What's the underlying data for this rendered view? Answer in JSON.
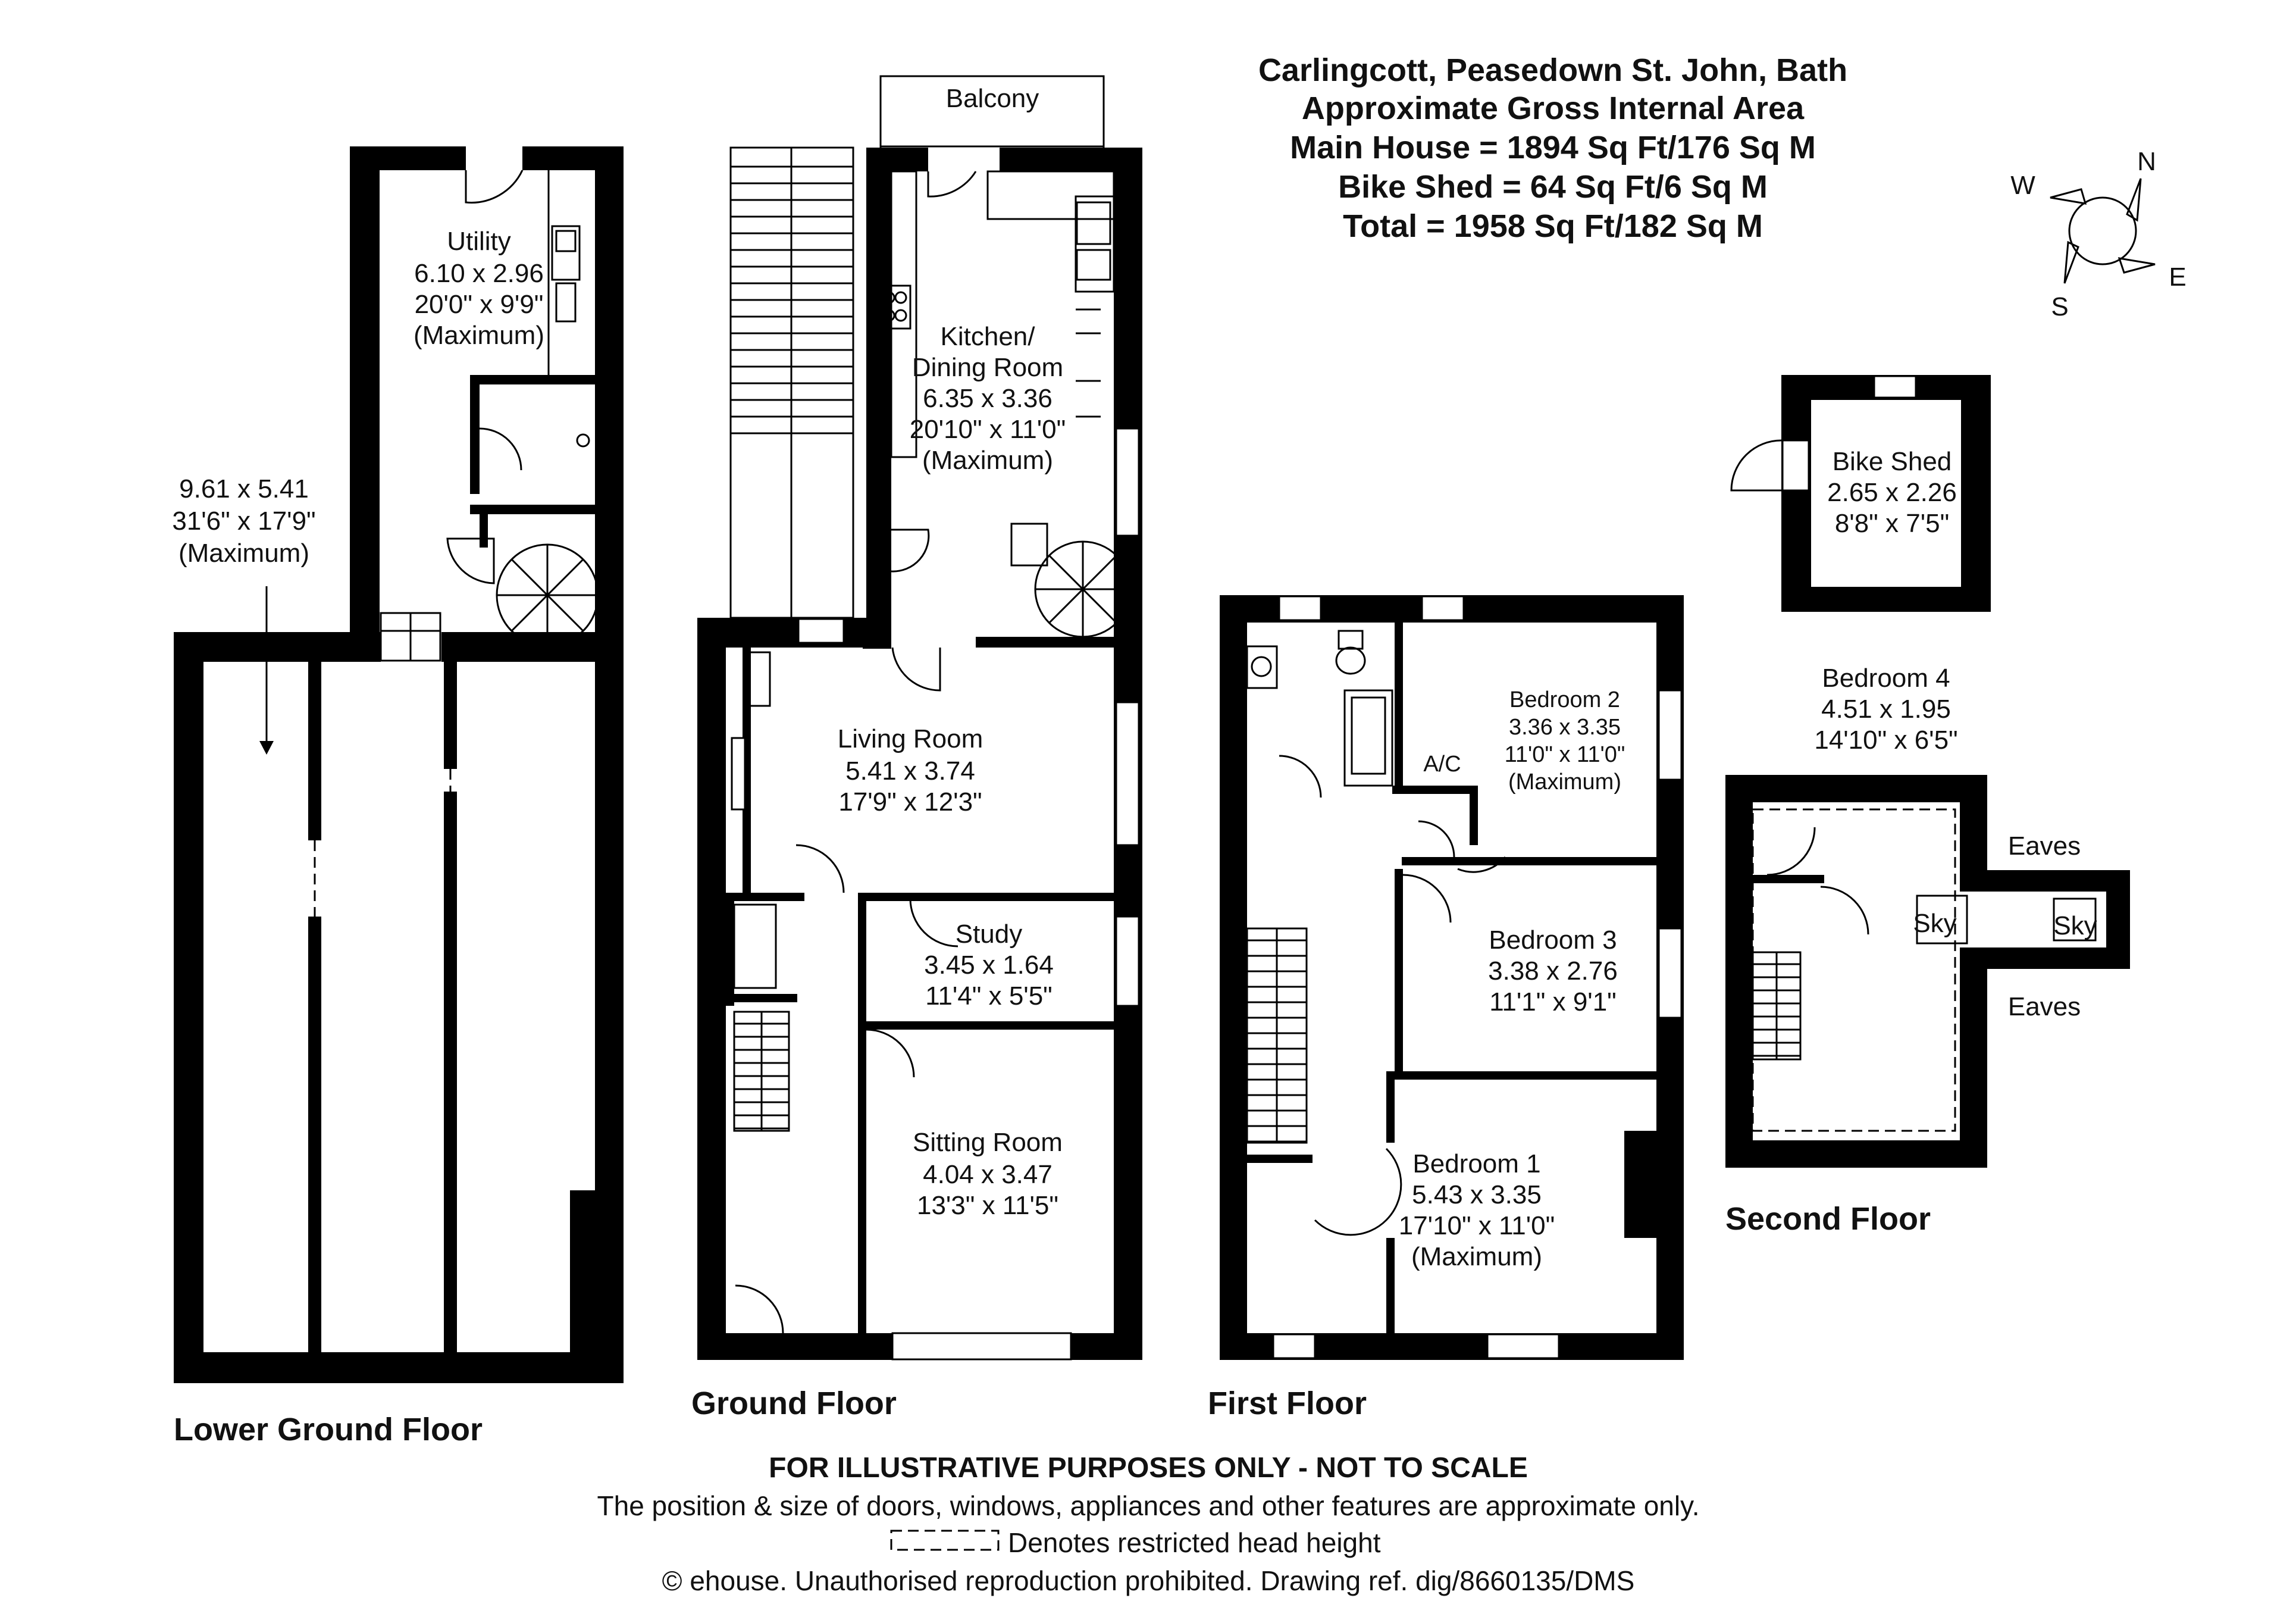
{
  "header": {
    "address": "Carlingcott, Peasedown St. John, Bath",
    "area_title": "Approximate Gross Internal Area",
    "main_house": "Main House = 1894 Sq Ft/176 Sq M",
    "bike_shed": "Bike Shed = 64 Sq Ft/6 Sq M",
    "total": "Total = 1958 Sq Ft/182 Sq M"
  },
  "compass": {
    "n": "N",
    "e": "E",
    "s": "S",
    "w": "W"
  },
  "floors": {
    "lower_ground": "Lower Ground Floor",
    "ground": "Ground Floor",
    "first": "First Floor",
    "second": "Second Floor"
  },
  "rooms": {
    "cellar": {
      "dim_m": "9.61 x 5.41",
      "dim_ft": "31'6\" x 17'9\"",
      "note": "(Maximum)"
    },
    "utility": {
      "name": "Utility",
      "dim_m": "6.10 x 2.96",
      "dim_ft": "20'0\" x 9'9\"",
      "note": "(Maximum)"
    },
    "balcony": {
      "name": "Balcony"
    },
    "kitchen": {
      "name1": "Kitchen/",
      "name2": "Dining Room",
      "dim_m": "6.35 x 3.36",
      "dim_ft": "20'10\" x 11'0\"",
      "note": "(Maximum)"
    },
    "living": {
      "name": "Living Room",
      "dim_m": "5.41 x 3.74",
      "dim_ft": "17'9\" x 12'3\""
    },
    "study": {
      "name": "Study",
      "dim_m": "3.45 x 1.64",
      "dim_ft": "11'4\" x 5'5\""
    },
    "sitting": {
      "name": "Sitting Room",
      "dim_m": "4.04 x 3.47",
      "dim_ft": "13'3\" x 11'5\""
    },
    "bed2": {
      "name": "Bedroom 2",
      "dim_m": "3.36 x 3.35",
      "dim_ft": "11'0\" x 11'0\"",
      "note": "(Maximum)"
    },
    "ac": {
      "name": "A/C"
    },
    "bed3": {
      "name": "Bedroom 3",
      "dim_m": "3.38 x 2.76",
      "dim_ft": "11'1\" x 9'1\""
    },
    "bed1": {
      "name": "Bedroom 1",
      "dim_m": "5.43 x 3.35",
      "dim_ft": "17'10\" x 11'0\"",
      "note": "(Maximum)"
    },
    "bikeshed": {
      "name": "Bike Shed",
      "dim_m": "2.65 x 2.26",
      "dim_ft": "8'8\" x 7'5\""
    },
    "bed4": {
      "name": "Bedroom 4",
      "dim_m": "4.51 x 1.95",
      "dim_ft": "14'10\" x 6'5\""
    },
    "eaves_top": "Eaves",
    "eaves_bottom": "Eaves",
    "sky1": "Sky",
    "sky2": "Sky"
  },
  "footer": {
    "disclaimer": "FOR ILLUSTRATIVE PURPOSES ONLY - NOT TO SCALE",
    "approx": "The position & size of doors, windows, appliances and other features are approximate only.",
    "legend": "Denotes restricted head height",
    "copyright": "© ehouse. Unauthorised reproduction prohibited. Drawing ref. dig/8660135/DMS"
  }
}
